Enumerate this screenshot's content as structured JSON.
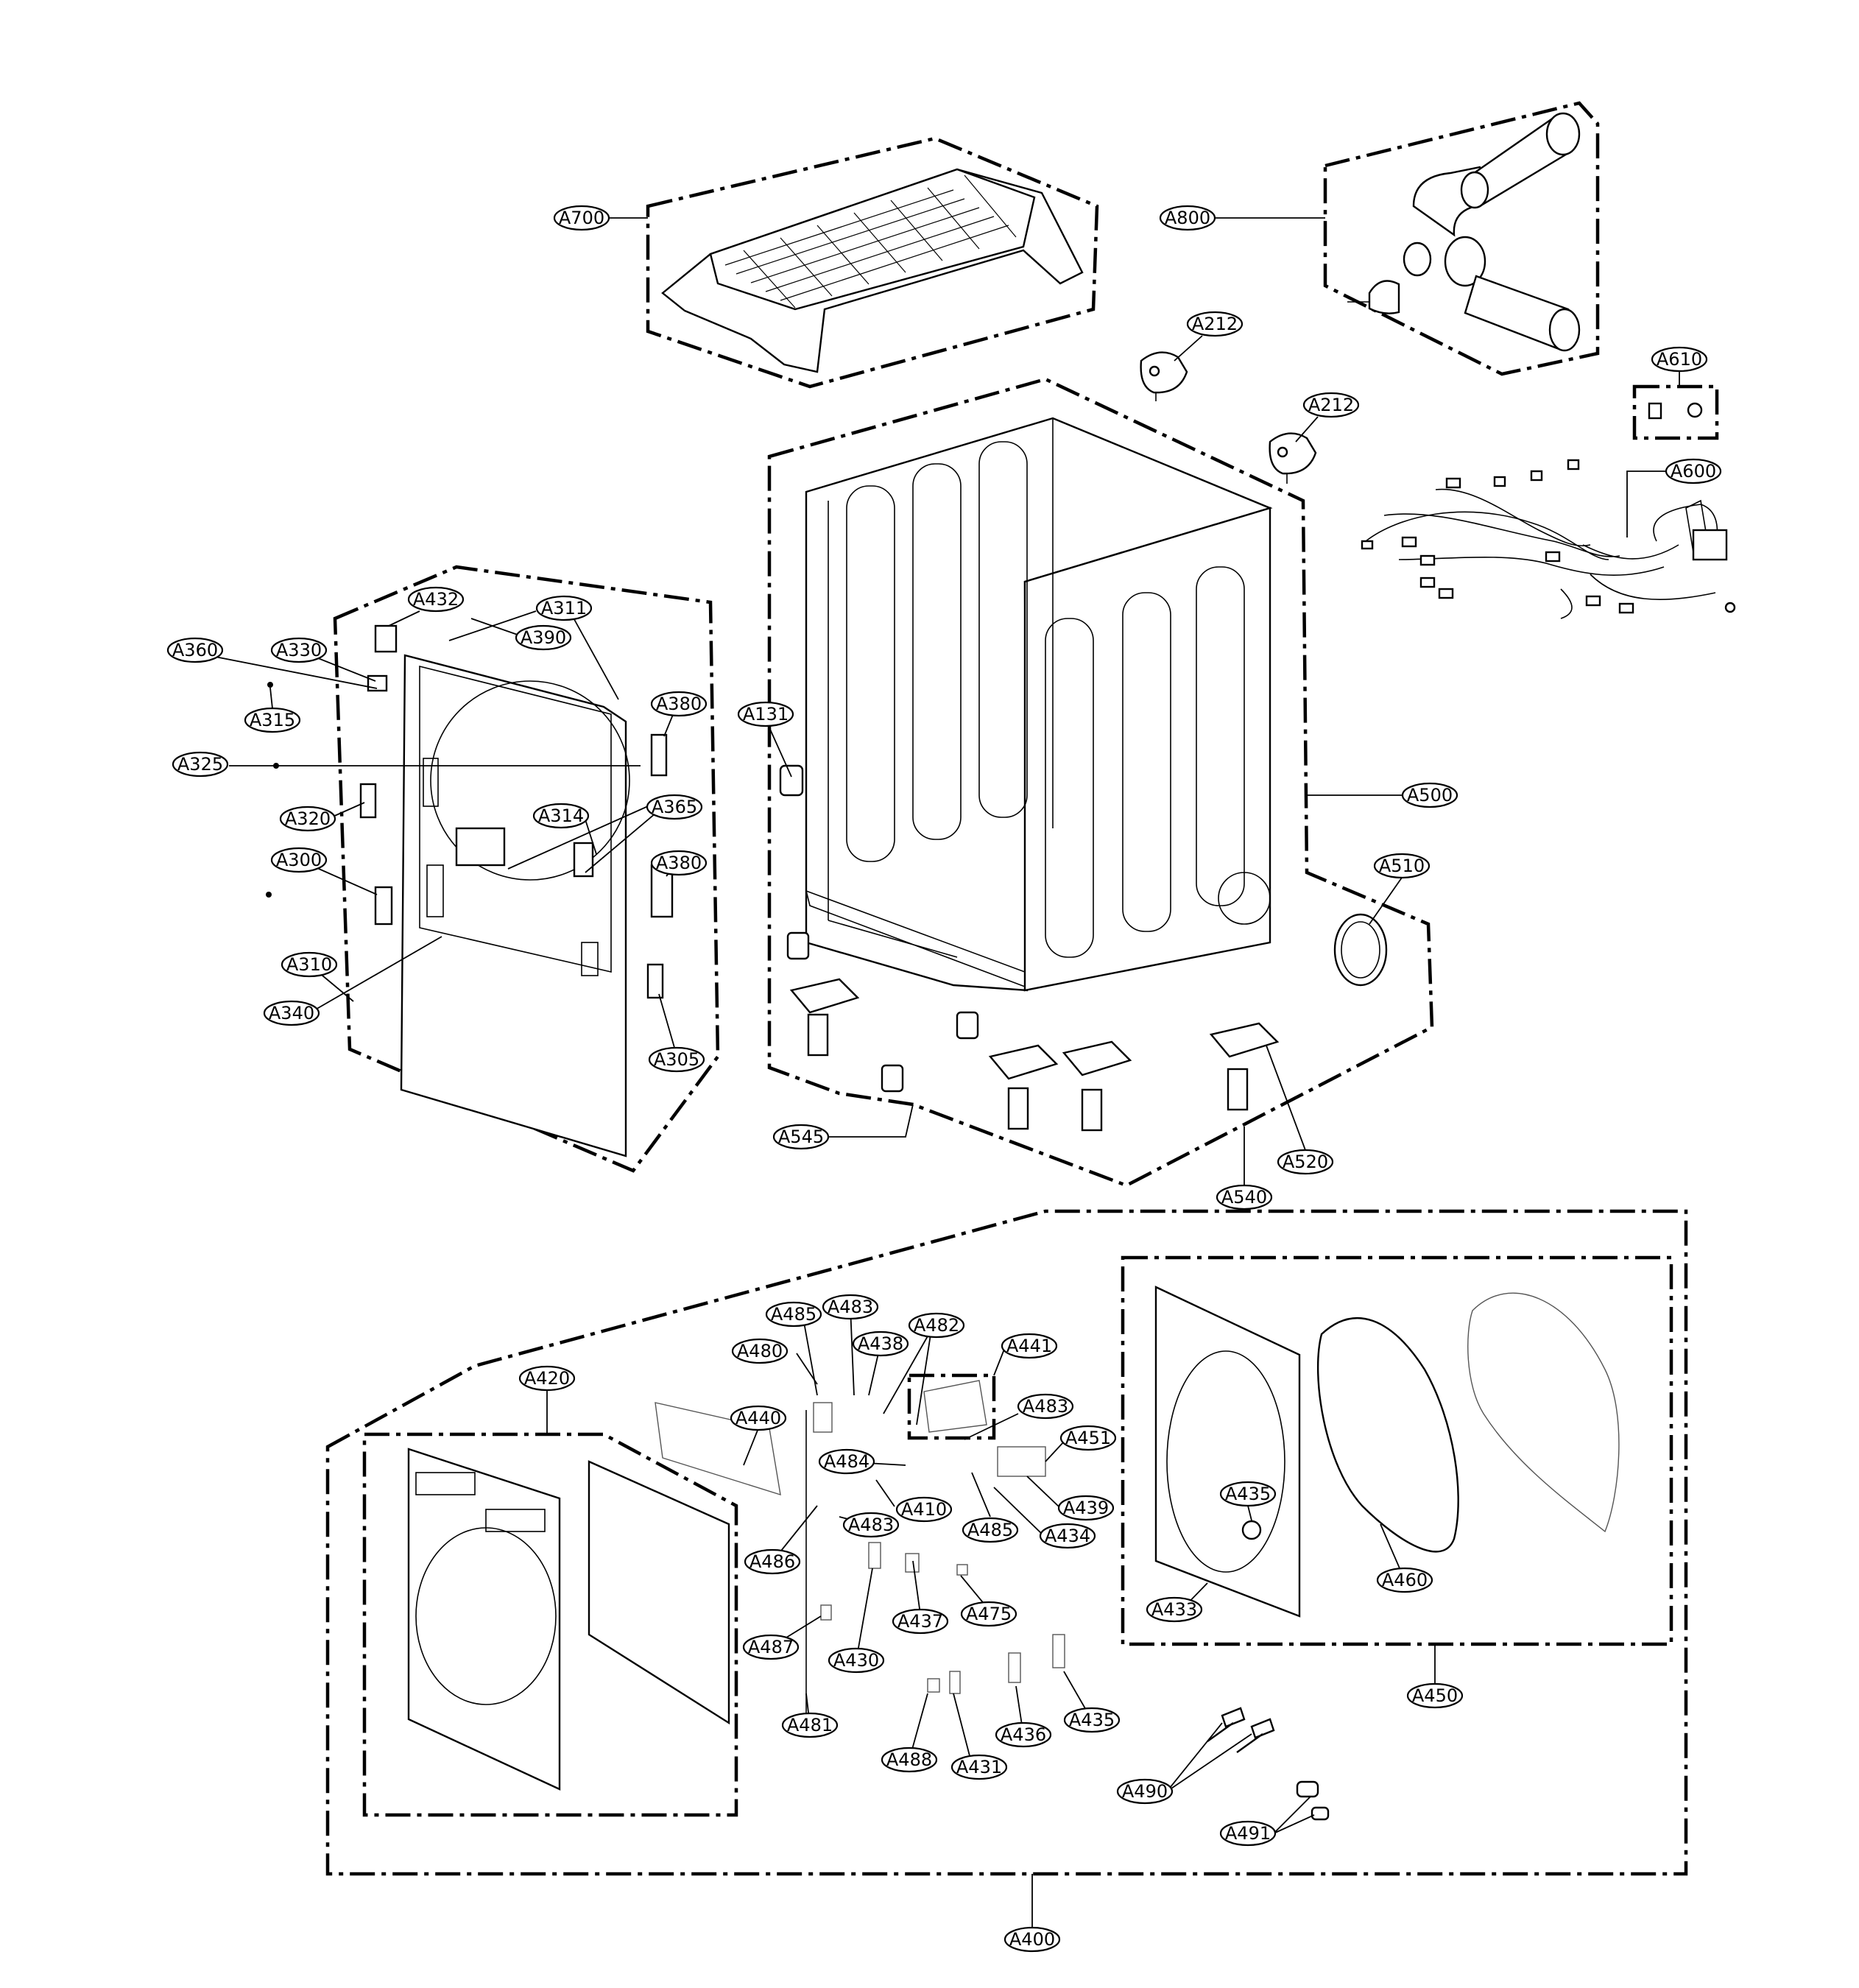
{
  "diagram": {
    "labels": {
      "a700": "A700",
      "a800": "A800",
      "a212_1": "A212",
      "a212_2": "A212",
      "a610": "A610",
      "a600": "A600",
      "a131": "A131",
      "a500": "A500",
      "a510": "A510",
      "a545": "A545",
      "a520": "A520",
      "a540": "A540",
      "a432": "A432",
      "a311": "A311",
      "a390": "A390",
      "a360": "A360",
      "a330": "A330",
      "a315": "A315",
      "a380_1": "A380",
      "a325": "A325",
      "a320": "A320",
      "a314": "A314",
      "a365": "A365",
      "a300": "A300",
      "a380_2": "A380",
      "a310": "A310",
      "a340": "A340",
      "a305": "A305",
      "a420": "A420",
      "a485_1": "A485",
      "a483_1": "A483",
      "a480": "A480",
      "a438": "A438",
      "a482": "A482",
      "a441": "A441",
      "a440": "A440",
      "a483_2": "A483",
      "a451": "A451",
      "a484": "A484",
      "a410": "A410",
      "a439": "A439",
      "a485_2": "A485",
      "a434": "A434",
      "a483_3": "A483",
      "a486": "A486",
      "a437": "A437",
      "a475": "A475",
      "a487": "A487",
      "a430": "A430",
      "a481": "A481",
      "a488": "A488",
      "a431": "A431",
      "a436": "A436",
      "a435_1": "A435",
      "a435_2": "A435",
      "a433": "A433",
      "a460": "A460",
      "a450": "A450",
      "a490": "A490",
      "a491": "A491",
      "a400": "A400"
    }
  }
}
